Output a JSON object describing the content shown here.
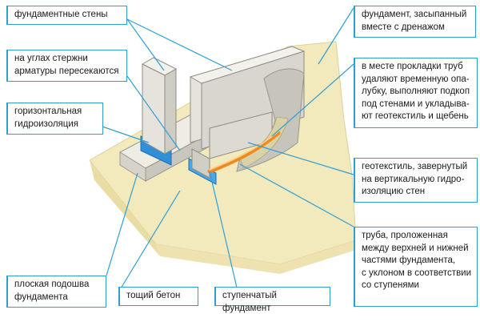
{
  "colors": {
    "accent": "#2f9fd3",
    "ground": "#f2e9bd",
    "concrete": "#e3e0d8",
    "waterproofing": "#2f8fd8",
    "pipe": "#f08a1c"
  },
  "labels": {
    "foundation_walls": "фундаментные стены",
    "rebar_corners": "на углах стержни\nарматуры пересекаются",
    "horizontal_waterproofing": "горизонтальная\nгидроизоляция",
    "flat_sole": "плоская подошва\nфундамента",
    "lean_concrete": "тощий бетон",
    "stepped_foundation": "ступенчатый фундамент",
    "backfilled_foundation": "фундамент, засыпанный\nвместе с дренажом",
    "pipe_laying": "в месте прокладки труб\nудаляют временную опа-\nлубку, выполняют подкоп\nпод стенами и укладыва-\nют геотекстиль и щебень",
    "geotextile": "геотекстиль, завернутый\nна вертикальную гидро-\nизоляцию стен",
    "pipe": "труба, проложенная\nмежду верхней и нижней\nчастями фундамента,\nс уклоном в соответствии\nсо ступенями"
  }
}
